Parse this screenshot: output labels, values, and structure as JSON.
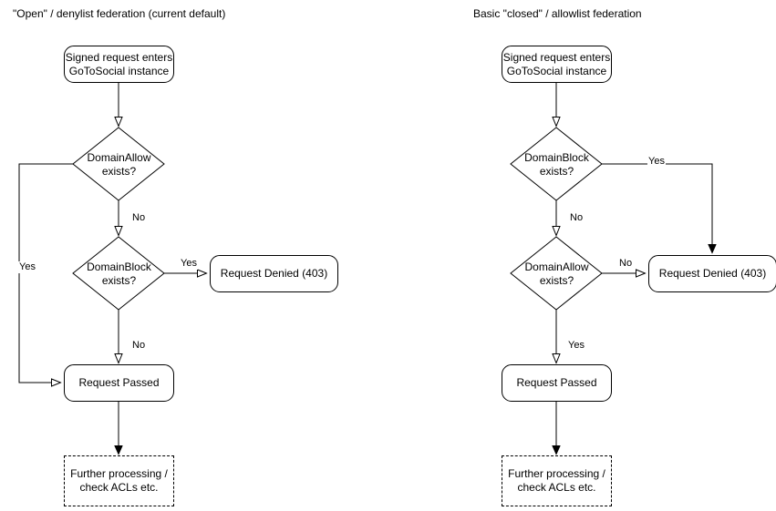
{
  "diagram": {
    "type": "flowchart",
    "title_left": "\"Open\" / denylist federation (current default)",
    "title_right": "Basic \"closed\" / allowlist federation",
    "stroke_color": "#000000",
    "background_color": "#ffffff",
    "columns": [
      {
        "id": "denylist",
        "title": "\"Open\" / denylist federation (current default)",
        "nodes": [
          {
            "id": "entry",
            "shape": "rounded-rect",
            "label": "Signed request enters\nGoToSocial instance",
            "line1": "Signed request enters",
            "line2": "GoToSocial instance"
          },
          {
            "id": "allow",
            "shape": "diamond",
            "label": "DomainAllow\nexists?",
            "line1": "DomainAllow",
            "line2": "exists?"
          },
          {
            "id": "block",
            "shape": "diamond",
            "label": "DomainBlock\nexists?",
            "line1": "DomainBlock",
            "line2": "exists?"
          },
          {
            "id": "denied",
            "shape": "rounded-rect",
            "label": "Request Denied (403)"
          },
          {
            "id": "passed",
            "shape": "rounded-rect",
            "label": "Request Passed"
          },
          {
            "id": "further",
            "shape": "dashed-rect",
            "label": "Further processing /\ncheck ACLs etc.",
            "line1": "Further processing /",
            "line2": "check ACLs etc."
          }
        ],
        "edges": [
          {
            "from": "entry",
            "to": "allow",
            "label": "",
            "arrow": "open"
          },
          {
            "from": "allow",
            "to": "passed",
            "label": "Yes",
            "arrow": "open"
          },
          {
            "from": "allow",
            "to": "block",
            "label": "No",
            "arrow": "open"
          },
          {
            "from": "block",
            "to": "denied",
            "label": "Yes",
            "arrow": "open"
          },
          {
            "from": "block",
            "to": "passed",
            "label": "No",
            "arrow": "open"
          },
          {
            "from": "passed",
            "to": "further",
            "label": "",
            "arrow": "filled"
          }
        ]
      },
      {
        "id": "allowlist",
        "title": "Basic \"closed\" / allowlist federation",
        "nodes": [
          {
            "id": "entry",
            "shape": "rounded-rect",
            "label": "Signed request enters\nGoToSocial instance",
            "line1": "Signed request enters",
            "line2": "GoToSocial instance"
          },
          {
            "id": "block",
            "shape": "diamond",
            "label": "DomainBlock\nexists?",
            "line1": "DomainBlock",
            "line2": "exists?"
          },
          {
            "id": "allow",
            "shape": "diamond",
            "label": "DomainAllow\nexists?",
            "line1": "DomainAllow",
            "line2": "exists?"
          },
          {
            "id": "denied",
            "shape": "rounded-rect",
            "label": "Request Denied (403)"
          },
          {
            "id": "passed",
            "shape": "rounded-rect",
            "label": "Request Passed"
          },
          {
            "id": "further",
            "shape": "dashed-rect",
            "label": "Further processing /\ncheck ACLs etc.",
            "line1": "Further processing /",
            "line2": "check ACLs etc."
          }
        ],
        "edges": [
          {
            "from": "entry",
            "to": "block",
            "label": "",
            "arrow": "open"
          },
          {
            "from": "block",
            "to": "denied",
            "label": "Yes",
            "arrow": "filled"
          },
          {
            "from": "block",
            "to": "allow",
            "label": "No",
            "arrow": "open"
          },
          {
            "from": "allow",
            "to": "denied",
            "label": "No",
            "arrow": "open"
          },
          {
            "from": "allow",
            "to": "passed",
            "label": "Yes",
            "arrow": "open"
          },
          {
            "from": "passed",
            "to": "further",
            "label": "",
            "arrow": "filled"
          }
        ]
      }
    ],
    "labels": {
      "yes": "Yes",
      "no": "No"
    }
  }
}
